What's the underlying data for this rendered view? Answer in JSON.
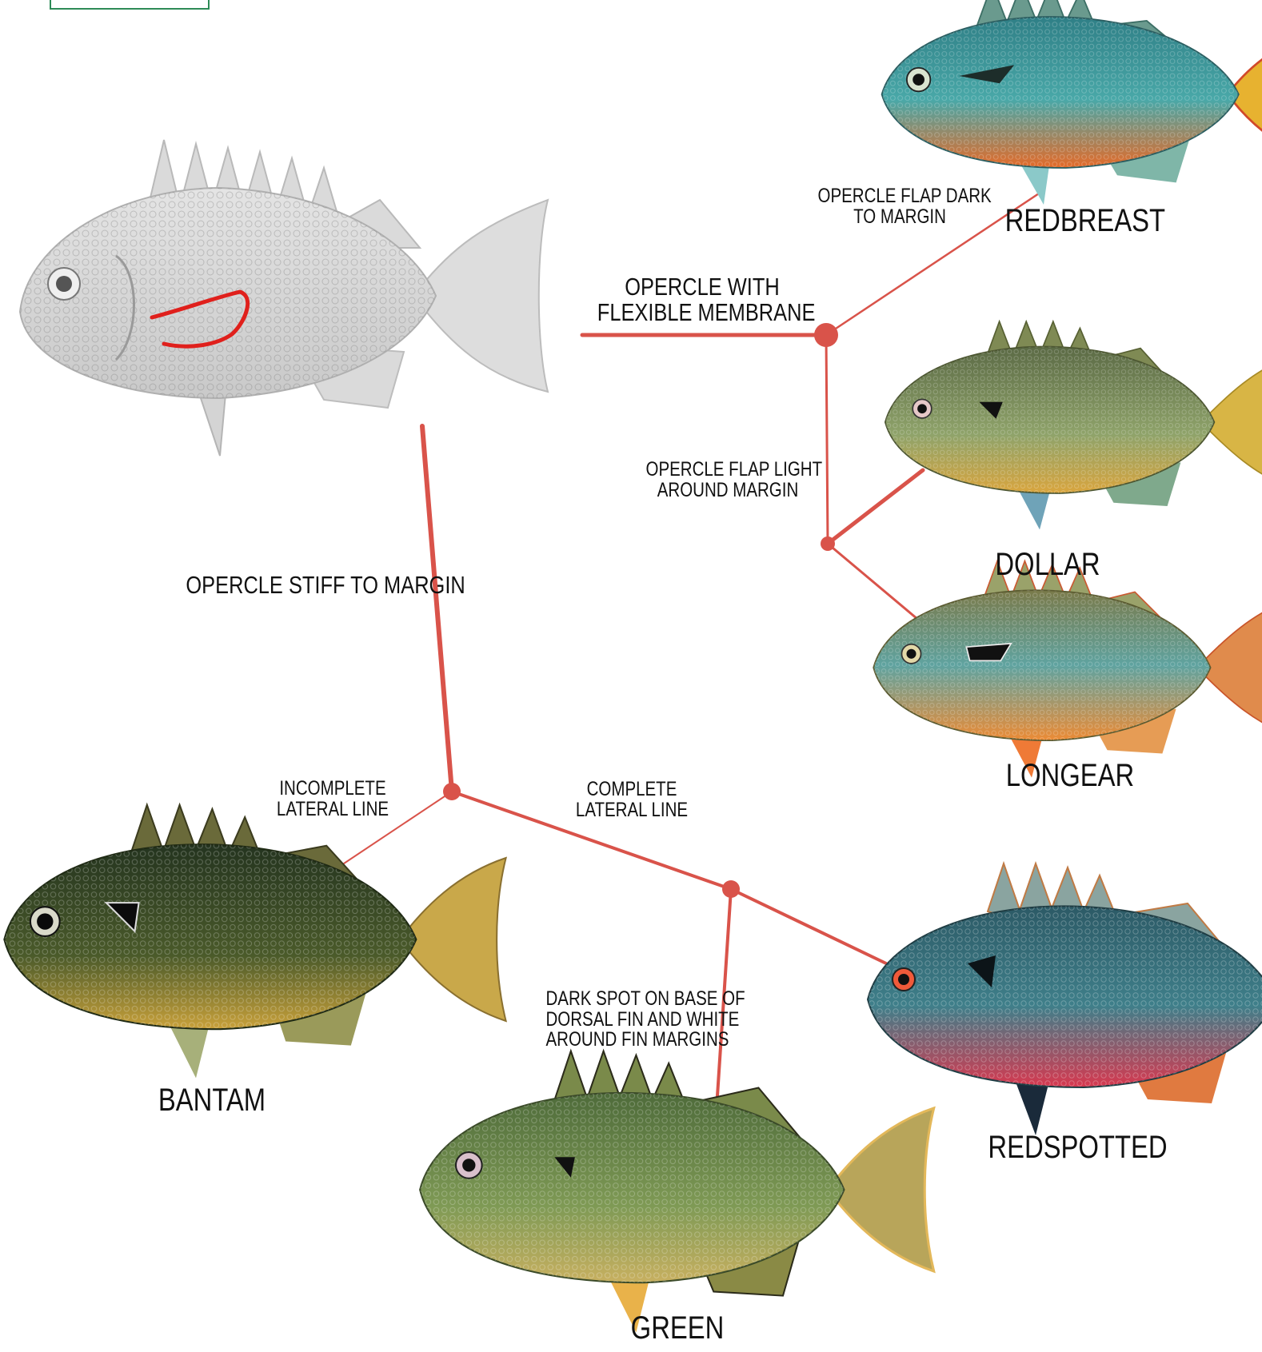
{
  "key_title": "",
  "reference_fish": {
    "image": "gray-line-drawing-sunfish",
    "highlight": "opercle-outline",
    "highlight_color": "#e0201c"
  },
  "traits": {
    "flexible_membrane": [
      "OPERCLE WITH",
      "FLEXIBLE MEMBRANE"
    ],
    "stiff_margin": [
      "OPERCLE STIFF TO MARGIN"
    ],
    "flap_dark": [
      "OPERCLE FLAP DARK",
      "TO MARGIN"
    ],
    "flap_light": [
      "OPERCLE FLAP LIGHT",
      "AROUND MARGIN"
    ],
    "incomplete_lateral": [
      "INCOMPLETE",
      "LATERAL LINE"
    ],
    "complete_lateral": [
      "COMPLETE",
      "LATERAL LINE"
    ],
    "dark_spot": [
      "DARK SPOT ON BASE OF",
      "DORSAL FIN AND WHITE",
      "AROUND FIN MARGINS"
    ]
  },
  "species": {
    "redbreast": "REDBREAST",
    "dollar": "DOLLAR",
    "longear": "LONGEAR",
    "bantam": "BANTAM",
    "green": "GREEN",
    "redspotted": "REDSPOTTED"
  },
  "colors": {
    "branch": "#d9534a",
    "reference_fish": "#d6d6d6",
    "highlight": "#e0201c",
    "corner_box": "#2e8b57"
  }
}
